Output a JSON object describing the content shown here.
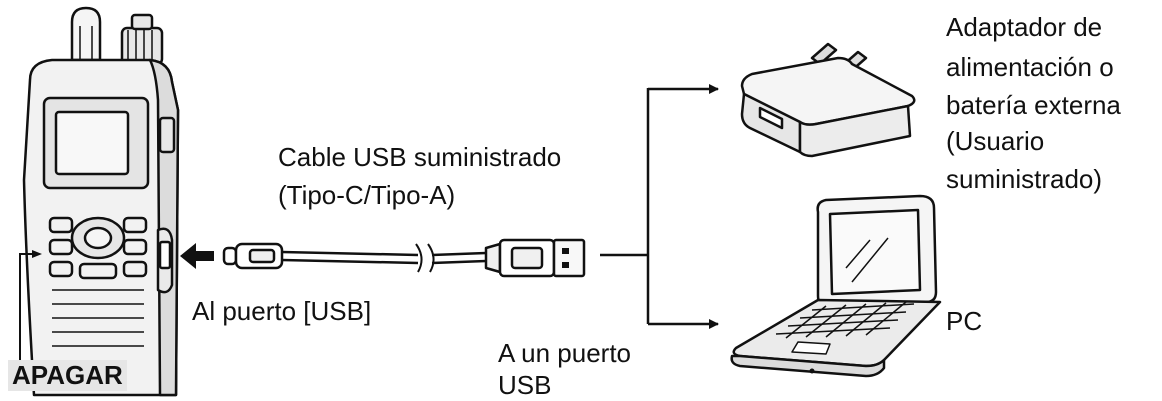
{
  "labels": {
    "cable_line1": "Cable USB suministrado",
    "cable_line2": "(Tipo-C/Tipo-A)",
    "usb_port": "Al puerto [USB]",
    "apagar": "APAGAR",
    "usb_dest_line1": "A un puerto",
    "usb_dest_line2": "USB",
    "adapter_line1": "Adaptador de",
    "adapter_line2": "alimentación o",
    "adapter_line3": "batería externa",
    "adapter_line4": "(Usuario",
    "adapter_line5": "suministrado)",
    "pc": "PC"
  },
  "colors": {
    "ink": "#111111",
    "device_fill": "#f2f2f2",
    "screen_fill": "#f8f8f8",
    "label_bg": "#e6e6e6"
  },
  "icons": [
    "radio-device-icon",
    "usb-cable-icon",
    "power-adapter-icon",
    "laptop-icon"
  ]
}
